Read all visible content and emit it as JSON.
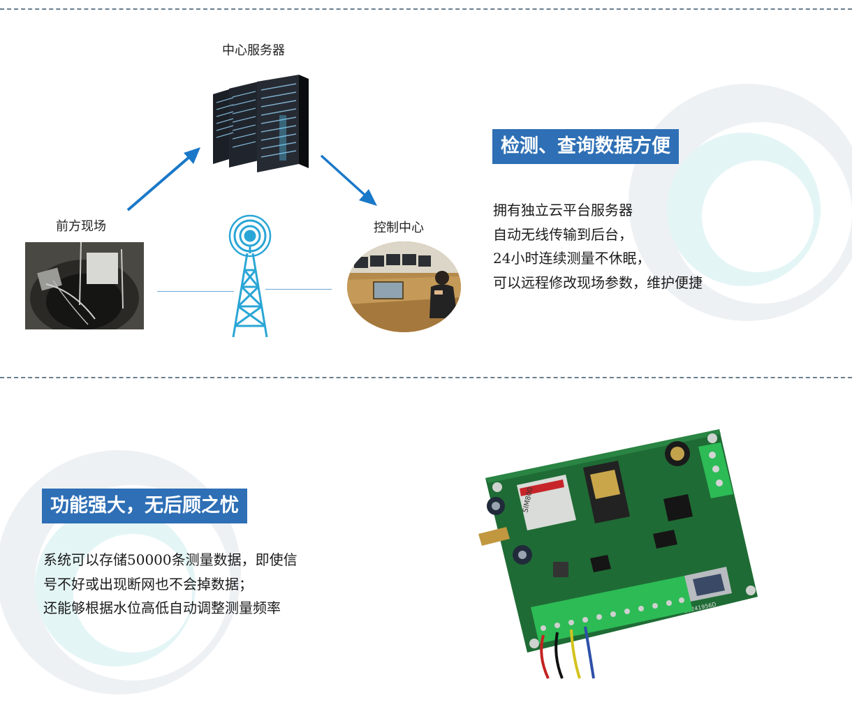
{
  "diagram": {
    "server_label": "中心服务器",
    "site_label": "前方现场",
    "control_label": "控制中心"
  },
  "section1": {
    "headline": "检测、查询数据方便",
    "lines": [
      "拥有独立云平台服务器",
      "自动无线传输到后台，",
      "24小时连续测量不休眠，",
      "可以远程修改现场参数，维护便捷"
    ]
  },
  "section2": {
    "headline": "功能强大，无后顾之忧",
    "lines": [
      "系统可以存储50000条测量数据，即使信",
      "号不好或出现断网也不会掉数据；",
      "还能够根据水位高低自动调整测量频率"
    ]
  },
  "board": {
    "chip_text": "SIM800",
    "port_text": "20241956D"
  },
  "colors": {
    "accent_blue": "#2e6fb5",
    "arrow_blue": "#1a78c8",
    "tower_blue": "#2aa6d6",
    "swirl_gray": "#e8ecf0",
    "swirl_cyan": "#d6f1f3"
  }
}
